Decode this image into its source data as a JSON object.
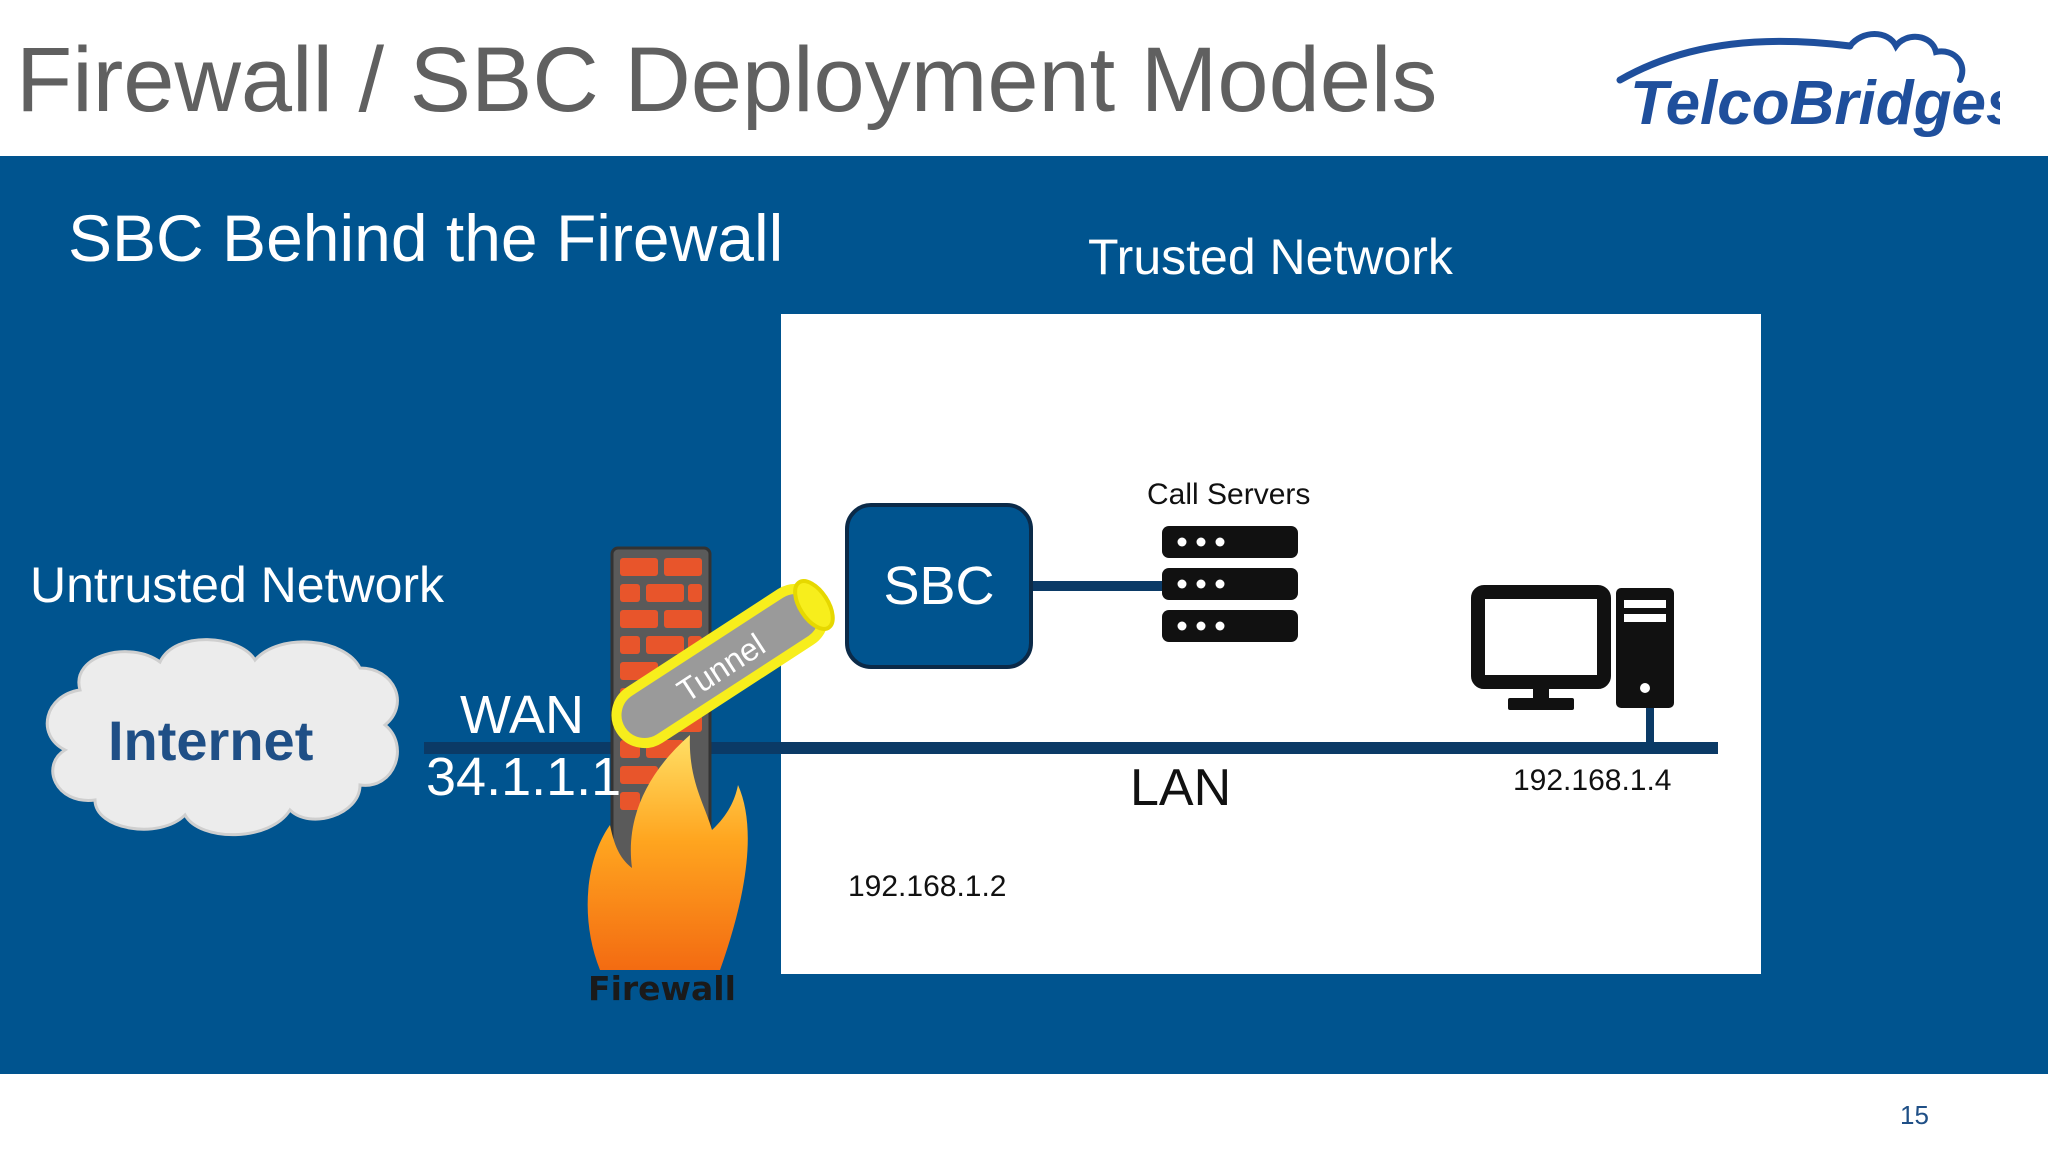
{
  "slide": {
    "title": "Firewall / SBC Deployment Models",
    "subtitle": "SBC Behind the Firewall",
    "page_number": "15"
  },
  "logo": {
    "text": "TelcoBridges",
    "color": "#1f4f9c"
  },
  "diagram": {
    "trusted_label": "Trusted Network",
    "untrusted_label": "Untrusted Network",
    "internet_label": "Internet",
    "wan_label": "WAN",
    "wan_ip": "34.1.1.1",
    "lan_label": "LAN",
    "tunnel_label": "Tunnel",
    "firewall_label": "Firewall",
    "sbc_label": "SBC",
    "sbc_ip": "192.168.1.2",
    "call_servers_label": "Call Servers",
    "pc_ip": "192.168.1.4"
  },
  "colors": {
    "panel_blue": "#00548f",
    "lan_line": "#0b3a66",
    "tunnel_yellow": "#f7ee1c",
    "tunnel_body": "#9a9a9a",
    "brick": "#e8552b"
  },
  "icons": [
    "cloud-icon",
    "firewall-icon",
    "server-rack-icon",
    "desktop-computer-icon"
  ]
}
